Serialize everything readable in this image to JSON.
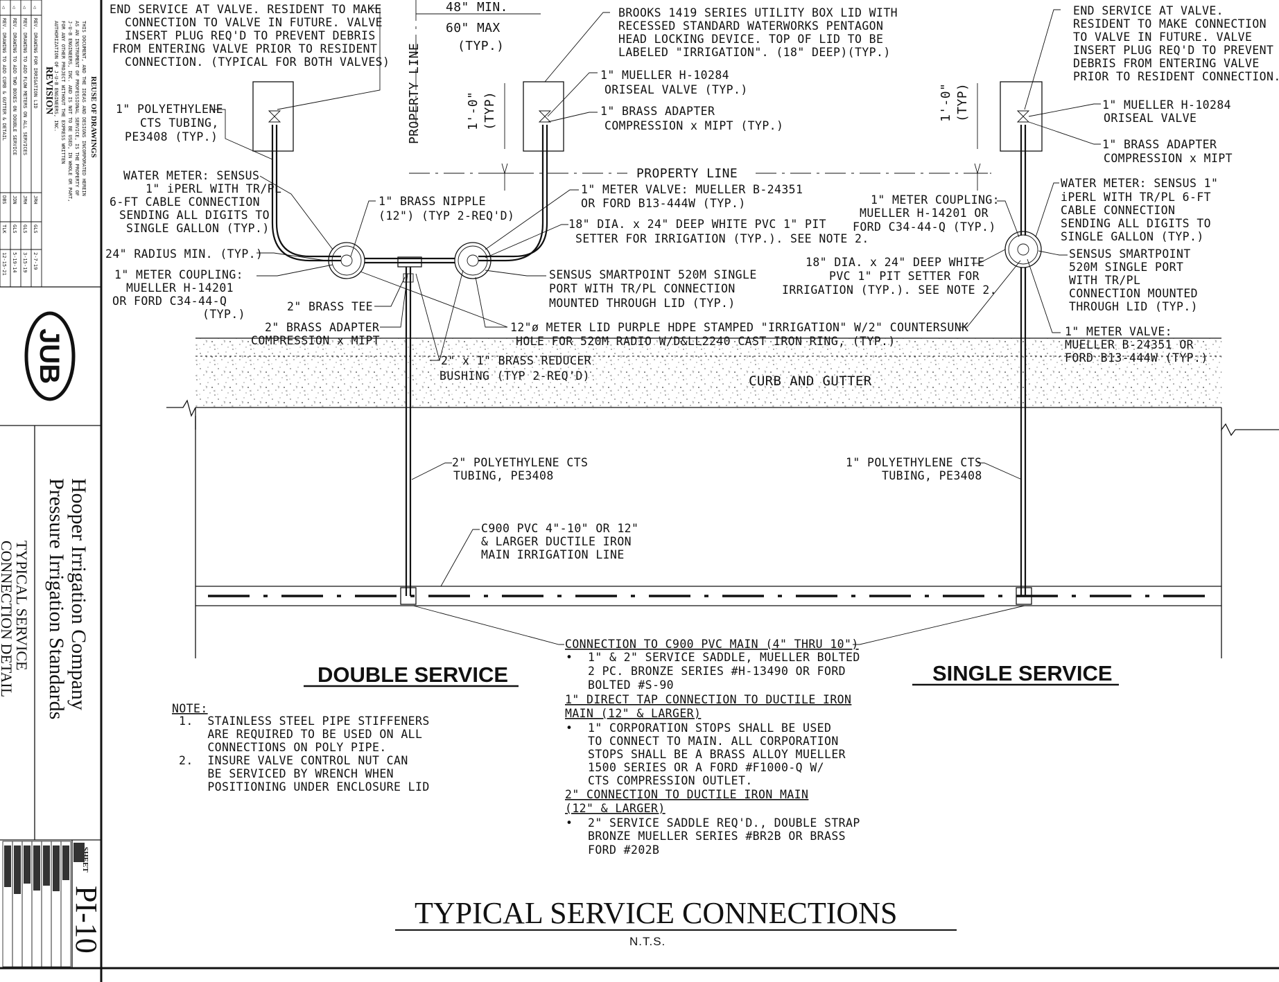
{
  "drawing": {
    "title": "TYPICAL SERVICE CONNECTIONS",
    "scale": "N.T.S.",
    "double_service_heading": "DOUBLE SERVICE",
    "single_service_heading": "SINGLE SERVICE",
    "dims": {
      "min_48": "48\" MIN.",
      "max_60": "60\" MAX",
      "typ": "(TYP.)",
      "one_foot_left": "1'-0\"",
      "one_foot_left_typ": "(TYP)",
      "one_foot_right": "1'-0\"",
      "one_foot_right_typ": "(TYP)",
      "property_line_vertical": "PROPERTY LINE",
      "property_line_horizontal": "PROPERTY LINE",
      "curb_and_gutter": "CURB AND GUTTER"
    },
    "callouts": {
      "end_service_left": [
        "END SERVICE AT VALVE. RESIDENT TO MAKE",
        "CONNECTION TO VALVE IN FUTURE. VALVE",
        "INSERT PLUG REQ'D TO PREVENT DEBRIS",
        "FROM ENTERING VALVE PRIOR TO RESIDENT",
        "CONNECTION. (TYPICAL FOR BOTH VALVES)"
      ],
      "poly_tubing_left": [
        "1\" POLYETHYLENE",
        "CTS TUBING,",
        "PE3408 (TYP.)"
      ],
      "water_meter_left": [
        "WATER METER: SENSUS",
        "1\" iPERL WITH TR/PL",
        "6-FT CABLE CONNECTION",
        "SENDING ALL DIGITS TO",
        "SINGLE GALLON (TYP.)"
      ],
      "radius_min": [
        "24\" RADIUS MIN. (TYP.)"
      ],
      "meter_coupling_left": [
        "1\" METER COUPLING:",
        "MUELLER H-14201",
        "OR FORD C34-44-Q",
        "(TYP.)"
      ],
      "brass_tee": [
        "2\" BRASS TEE"
      ],
      "brass_adapter_2in": [
        "2\" BRASS ADAPTER",
        "COMPRESSION x MIPT"
      ],
      "brass_reducer": [
        "2\" x 1\" BRASS REDUCER",
        "BUSHING (TYP 2-REQ'D)"
      ],
      "brass_nipple": [
        "1\" BRASS NIPPLE",
        "(12\") (TYP 2-REQ'D)"
      ],
      "brooks_box": [
        "BROOKS 1419 SERIES UTILITY BOX LID WITH",
        "RECESSED STANDARD WATERWORKS PENTAGON",
        "HEAD LOCKING DEVICE. TOP OF LID TO BE",
        "LABELED \"IRRIGATION\". (18\" DEEP)(TYP.)"
      ],
      "mueller_oriseal_left": [
        "1\" MUELLER H-10284",
        "ORISEAL VALVE (TYP.)"
      ],
      "brass_adapter_left": [
        "1\" BRASS ADAPTER",
        "COMPRESSION x MIPT (TYP.)"
      ],
      "meter_valve_left": [
        "1\" METER VALVE: MUELLER B-24351",
        "OR FORD B13-444W (TYP.)"
      ],
      "pit_setter_left": [
        "18\" DIA. x 24\" DEEP WHITE PVC 1\" PIT",
        "SETTER FOR IRRIGATION (TYP.). SEE NOTE 2."
      ],
      "smartpoint_left": [
        "SENSUS SMARTPOINT 520M SINGLE",
        "PORT WITH TR/PL CONNECTION",
        "MOUNTED THROUGH LID (TYP.)"
      ],
      "meter_lid": [
        "12\"ø METER LID PURPLE HDPE STAMPED \"IRRIGATION\" W/2\" COUNTERSUNK",
        "HOLE FOR 520M RADIO W/D&LL2240 CAST IRON RING, (TYP.)"
      ],
      "end_service_right": [
        "END SERVICE AT VALVE.",
        "RESIDENT TO MAKE CONNECTION",
        "TO VALVE IN FUTURE. VALVE",
        "INSERT PLUG REQ'D TO PREVENT",
        "DEBRIS FROM ENTERING VALVE",
        "PRIOR TO RESIDENT CONNECTION."
      ],
      "mueller_oriseal_right": [
        "1\" MUELLER H-10284",
        "ORISEAL VALVE"
      ],
      "brass_adapter_right": [
        "1\" BRASS ADAPTER",
        "COMPRESSION x MIPT"
      ],
      "water_meter_right": [
        "WATER METER: SENSUS 1\"",
        "iPERL WITH TR/PL 6-FT",
        "CABLE CONNECTION",
        "SENDING ALL DIGITS TO",
        "SINGLE GALLON (TYP.)"
      ],
      "meter_coupling_right": [
        "1\" METER COUPLING:",
        "MUELLER H-14201 OR",
        "FORD C34-44-Q (TYP.)"
      ],
      "smartpoint_right": [
        "SENSUS SMARTPOINT",
        "520M SINGLE PORT",
        "WITH TR/PL",
        "CONNECTION MOUNTED",
        "THROUGH LID (TYP.)"
      ],
      "pit_setter_right": [
        "18\" DIA. x 24\" DEEP WHITE",
        "PVC 1\" PIT SETTER FOR",
        "IRRIGATION (TYP.). SEE NOTE 2."
      ],
      "meter_valve_right": [
        "1\" METER VALVE:",
        "MUELLER B-24351 OR",
        "FORD B13-444W (TYP.)"
      ],
      "poly_2in": [
        "2\" POLYETHYLENE CTS",
        "TUBING, PE3408"
      ],
      "poly_1in_right": [
        "1\" POLYETHYLENE CTS",
        "TUBING, PE3408"
      ],
      "c900_main": [
        "C900 PVC 4\"-10\" OR 12\"",
        "& LARGER DUCTILE IRON",
        "MAIN IRRIGATION LINE"
      ]
    },
    "connection_notes": {
      "h1": "CONNECTION TO C900 PVC MAIN (4\" THRU 10\")",
      "b1": [
        "1\" & 2\" SERVICE SADDLE, MUELLER BOLTED",
        "2 PC. BRONZE SERIES #H-13490 OR FORD",
        "BOLTED #S-90"
      ],
      "h2": [
        "1\" DIRECT TAP CONNECTION TO DUCTILE IRON",
        "MAIN (12\" & LARGER)"
      ],
      "b2": [
        "1\" CORPORATION STOPS SHALL BE USED",
        "TO CONNECT TO MAIN. ALL CORPORATION",
        "STOPS SHALL BE A BRASS ALLOY MUELLER",
        "1500 SERIES OR A FORD #F1000-Q W/",
        "CTS COMPRESSION OUTLET."
      ],
      "h3": [
        "2\" CONNECTION TO DUCTILE IRON MAIN",
        "(12\" & LARGER)"
      ],
      "b3": [
        "2\" SERVICE SADDLE REQ'D., DOUBLE STRAP",
        "BRONZE MUELLER SERIES #BR2B OR BRASS",
        "FORD #202B"
      ]
    },
    "general_notes": {
      "heading": "NOTE:",
      "n1": [
        "1.  STAINLESS STEEL PIPE STIFFENERS",
        "    ARE REQUIRED TO BE USED ON ALL",
        "    CONNECTIONS ON POLY PIPE."
      ],
      "n2": [
        "2.  INSURE VALVE CONTROL NUT CAN",
        "    BE SERVICED BY WRENCH WHEN",
        "    POSITIONING UNDER ENCLOSURE LID"
      ]
    }
  },
  "title_block": {
    "revision_label": "REVISION",
    "reuse_heading": "REUSE OF DRAWINGS",
    "reuse_text": [
      "THIS DOCUMENT, AND THE IDEAS AND DESIGNS INCORPORATED HEREIN",
      "AS AN INSTRUMENT OF PROFESSIONAL SERVICE, IS THE PROPERTY OF",
      "J-U-B ENGINEERS, INC. AND IS NOT TO BE USED, IN WHOLE OR PART,",
      "FOR ANY OTHER PROJECT WITHOUT THE EXPRESS WRITTEN",
      "AUTHORIZATION OF J-U-B ENGINEERS, INC."
    ],
    "revisions": [
      [
        "REV. DRAWING TO ADD CURB & GUTTER & DETAIL",
        "DBS",
        "TLK",
        "12-15-21"
      ],
      [
        "REV. DRAWING TO ADD TWO BOXES ON DOUBLE SERVICE",
        "JDN",
        "GLS",
        "5-19-14"
      ],
      [
        "REV. DRAWING TO ADD FLOW METERS ON ALL SERVICES",
        "JRH",
        "GLS",
        "3-15-19"
      ],
      [
        "REV. DRAWING FOR IRRIGATION LID",
        "JRH",
        "GLS",
        "2-7-19"
      ]
    ],
    "logo": "JUB",
    "company": "Hooper Irrigation Company",
    "standards": "Pressure Irrigation Standards",
    "detail_title_1": "TYPICAL SERVICE",
    "detail_title_2": "CONNECTION DETAIL",
    "sheet_label": "SHEET",
    "sheet_number": "PI-10"
  }
}
